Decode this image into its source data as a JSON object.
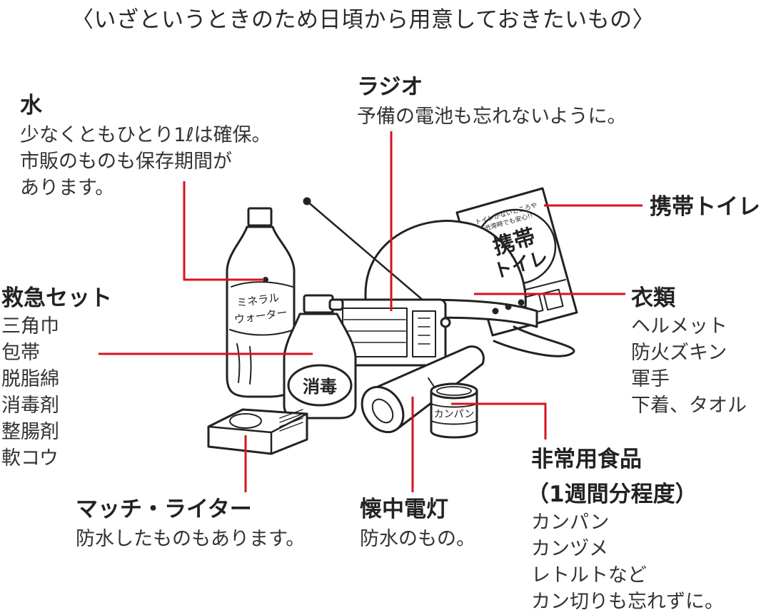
{
  "title": "〈いざというときのため日頃から用意しておきたいもの〉",
  "items": {
    "water": {
      "heading": "水",
      "lines": [
        "少なくともひとり1ℓは確保。",
        "市販のものも保存期間が",
        "あります。"
      ]
    },
    "radio": {
      "heading": "ラジオ",
      "lines": [
        "予備の電池も忘れないように。"
      ]
    },
    "toilet": {
      "heading": "携帯トイレ",
      "lines": []
    },
    "firstaid": {
      "heading": "救急セット",
      "lines": [
        "三角巾",
        "包帯",
        "脱脂綿",
        "消毒剤",
        "整腸剤",
        "軟コウ"
      ]
    },
    "clothing": {
      "heading": "衣類",
      "lines": [
        "ヘルメット",
        "防火ズキン",
        "軍手",
        "下着、タオル"
      ]
    },
    "food": {
      "heading": "非常用食品",
      "heading2": "（1週間分程度）",
      "lines": [
        "カンパン",
        "カンヅメ",
        "レトルトなど",
        "カン切りも忘れずに。"
      ]
    },
    "matches": {
      "heading": "マッチ・ライター",
      "lines": [
        "防水したものもあります。"
      ]
    },
    "flashlight": {
      "heading": "懐中電灯",
      "lines": [
        "防水のもの。"
      ]
    }
  },
  "illustration": {
    "bottle_label_1": "ミネラル",
    "bottle_label_2": "ウォーター",
    "disinfectant_label": "消毒",
    "can_label": "カンパン",
    "toilet_package_top_1": "トイレがないところや",
    "toilet_package_top_2": "渋滞時でも安心!!",
    "toilet_package_big_1": "携帯",
    "toilet_package_big_2": "トイレ"
  },
  "colors": {
    "leader_line": "#d7131f",
    "ink": "#222222"
  }
}
